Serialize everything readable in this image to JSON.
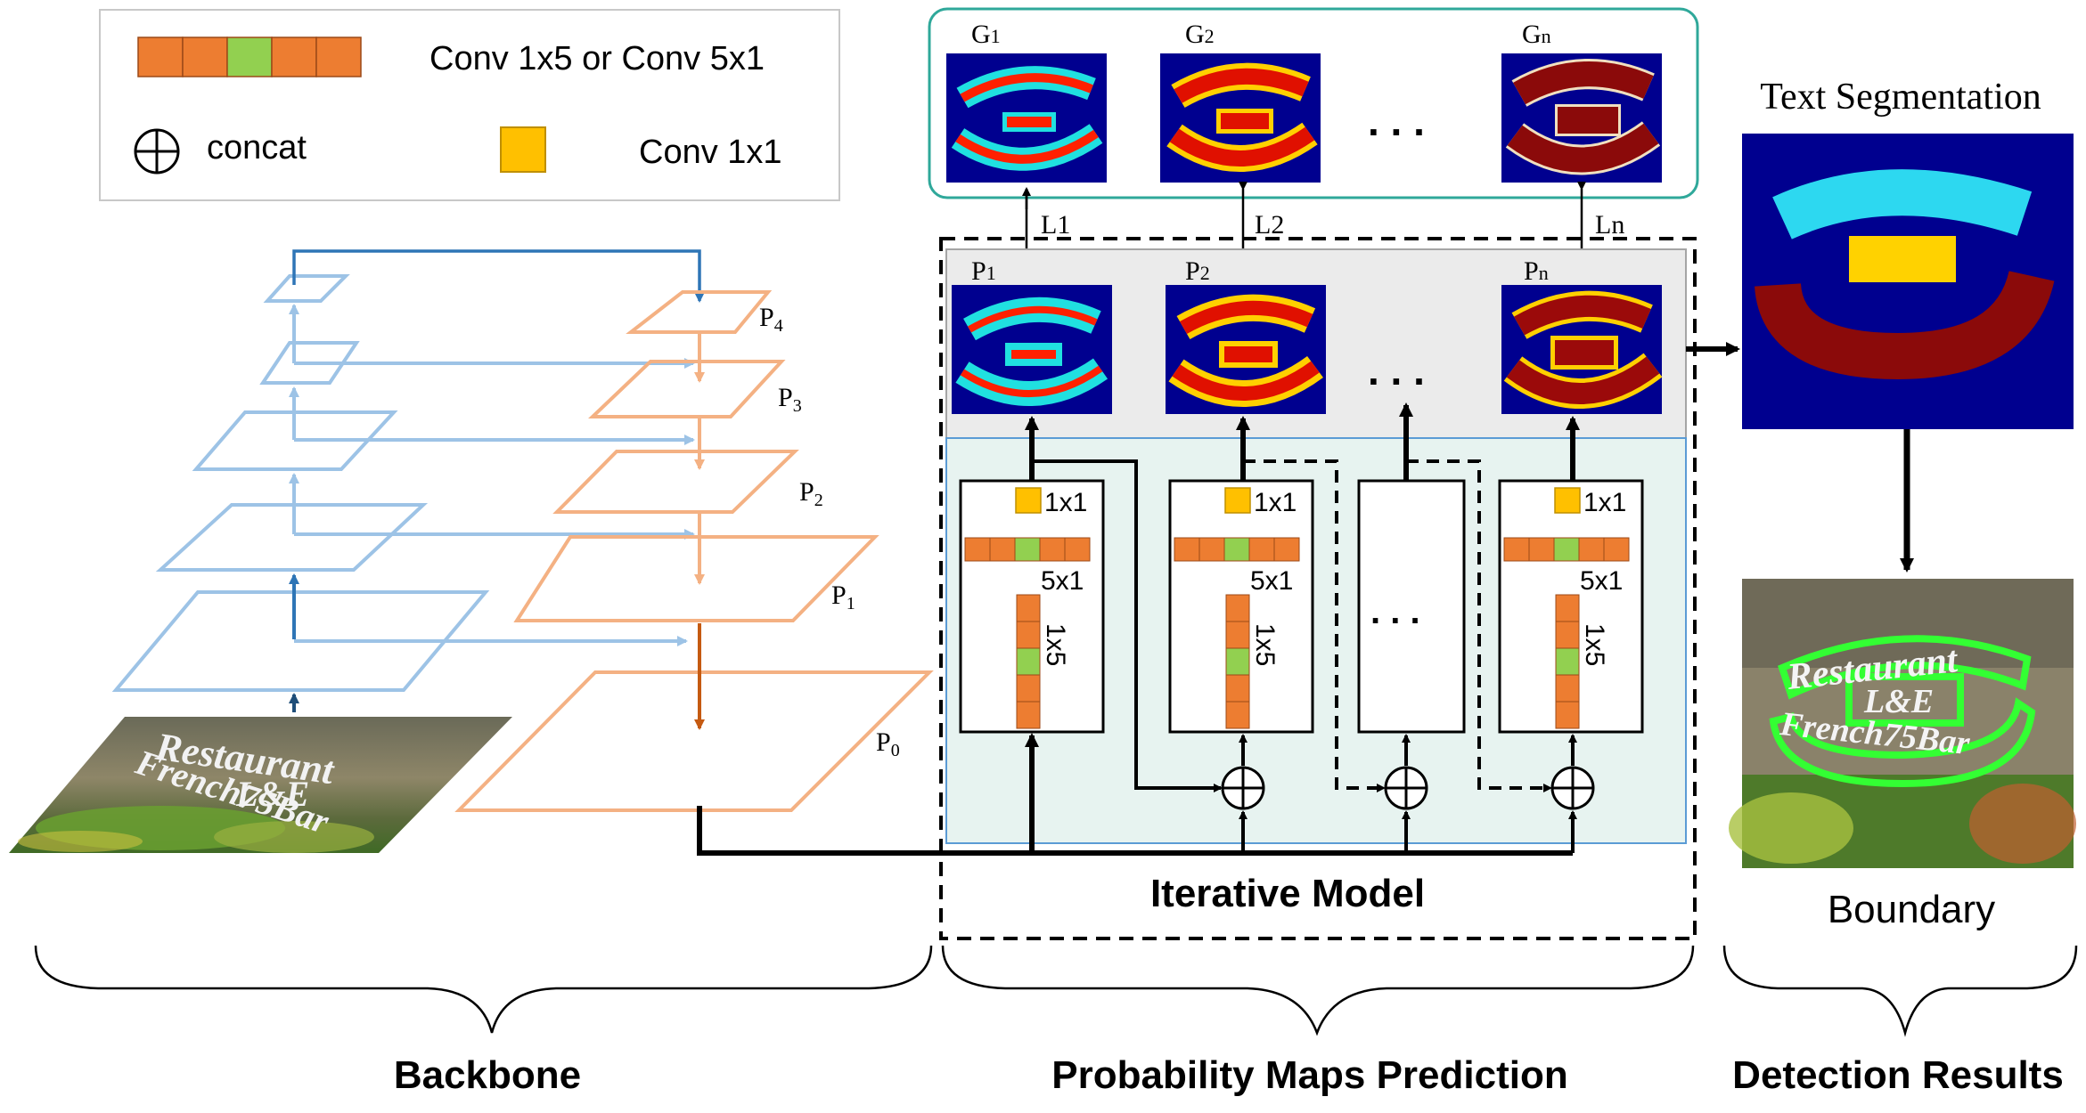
{
  "legend": {
    "conv_label": "Conv 1x5 or Conv 5x1",
    "concat_label": "concat",
    "conv1x1_label": "Conv 1x1"
  },
  "ground_truth": {
    "labels": {
      "g1": "G",
      "g1_sub": "1",
      "g2": "G",
      "g2_sub": "2",
      "gn": "G",
      "gn_sub": "n"
    },
    "ellipsis": ". . ."
  },
  "losses": {
    "l1": "L1",
    "l2": "L2",
    "ln": "Ln"
  },
  "predictions": {
    "labels": {
      "p1": "P",
      "p1_sub": "1",
      "p2": "P",
      "p2_sub": "2",
      "pn": "P",
      "pn_sub": "n"
    },
    "ellipsis": ". . ."
  },
  "blocks": {
    "label_1x1": "1x1",
    "label_5x1": "5x1",
    "label_1x5": "1x5",
    "ellipsis": ". . ."
  },
  "pyramid": {
    "p4": "P",
    "p4_sub": "4",
    "p3": "P",
    "p3_sub": "3",
    "p2": "P",
    "p2_sub": "2",
    "p1": "P",
    "p1_sub": "1",
    "p0": "P",
    "p0_sub": "0"
  },
  "photo_text": {
    "line1": "Restaurant",
    "line2": "L&E",
    "line3": "French75Bar"
  },
  "iterative_model_label": "Iterative Model",
  "text_segmentation_label": "Text Segmentation",
  "boundary_label": "Boundary",
  "sections": {
    "backbone": "Backbone",
    "probability": "Probability Maps Prediction",
    "detection": "Detection Results"
  },
  "colors": {
    "conv_orange": "#ED7D31",
    "conv_green": "#92D050",
    "conv1x1_yellow": "#FFC000",
    "backbone_blue": "#9DC3E6",
    "backbone_dark_blue": "#2E75B6",
    "fpn_orange": "#F4B183",
    "fpn_dark_orange": "#C55A11",
    "gt_frame": "#2FA89A",
    "map_blue": "#00008F",
    "seg_cyan": "#2DD8F0",
    "seg_yellow": "#FFD200",
    "seg_darkred": "#8B0A0A",
    "boundary_green": "#33FF33"
  }
}
